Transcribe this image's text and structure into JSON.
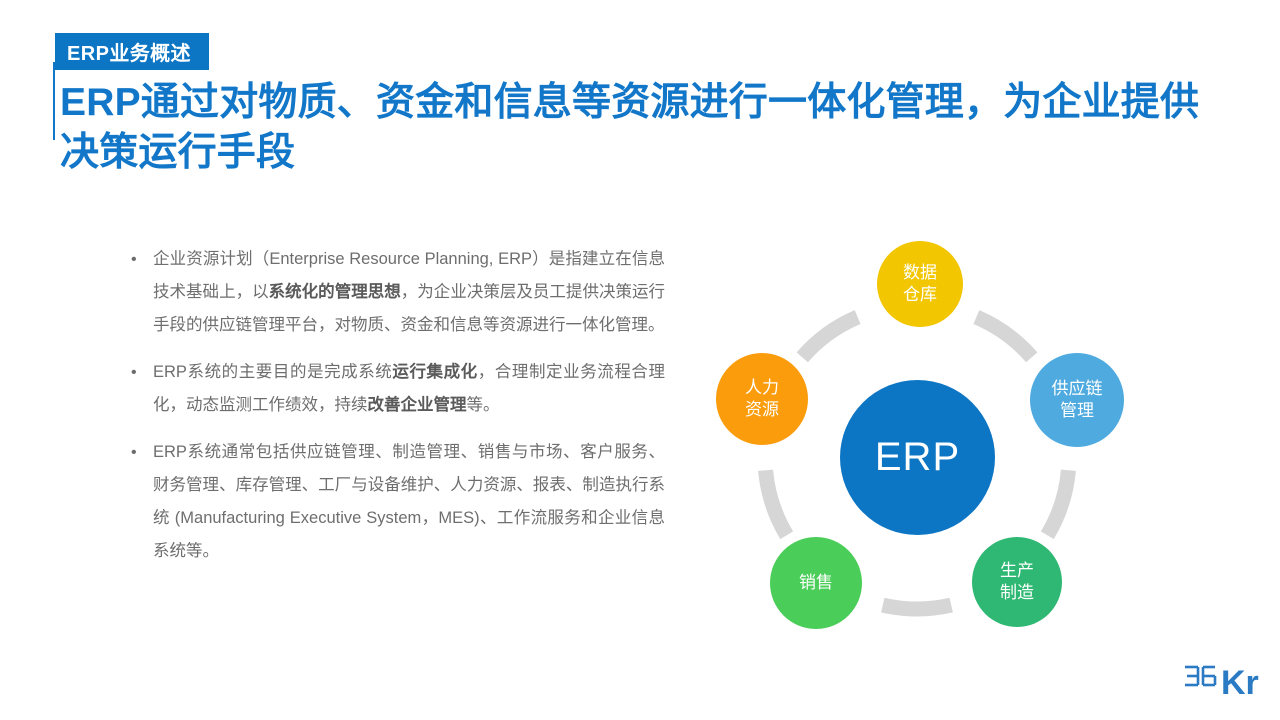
{
  "header": {
    "badge_label": "ERP业务概述",
    "title": "ERP通过对物质、资金和信息等资源进行一体化管理，为企业提供决策运行手段",
    "badge_bg": "#0d76c4",
    "title_color": "#1277c8"
  },
  "content": {
    "bullet_marker": "•",
    "bullets": [
      {
        "parts": [
          {
            "text": "企业资源计划（Enterprise Resource Planning, ERP）是指建立在信息技术基础上，以",
            "bold": false
          },
          {
            "text": "系统化的管理思想",
            "bold": true
          },
          {
            "text": "，为企业决策层及员工提供决策运行手段的供应链管理平台，对物质、资金和信息等资源进行一体化管理。",
            "bold": false
          }
        ]
      },
      {
        "parts": [
          {
            "text": "ERP系统的主要目的是完成系统",
            "bold": false
          },
          {
            "text": "运行集成化",
            "bold": true
          },
          {
            "text": "，合理制定业务流程合理化，动态监测工作绩效，持续",
            "bold": false
          },
          {
            "text": "改善企业管理",
            "bold": true
          },
          {
            "text": "等。",
            "bold": false
          }
        ]
      },
      {
        "parts": [
          {
            "text": "ERP系统通常包括供应链管理、制造管理、销售与市场、客户服务、财务管理、库存管理、工厂与设备维护、人力资源、报表、制造执行系统 (Manufacturing Executive System，MES)、工作流服务和企业信息系统等。",
            "bold": false
          }
        ]
      }
    ]
  },
  "diagram": {
    "ring_color": "#d6d6d6",
    "center": {
      "label": "ERP",
      "color": "#0d76c4"
    },
    "nodes": [
      {
        "id": "data-warehouse",
        "lines": [
          "数据",
          "仓库"
        ],
        "color": "#f2c600"
      },
      {
        "id": "supply-chain",
        "lines": [
          "供应链",
          "管理"
        ],
        "color": "#4eaadf"
      },
      {
        "id": "production",
        "lines": [
          "生产",
          "制造"
        ],
        "color": "#2fb873"
      },
      {
        "id": "sales",
        "lines": [
          "销售"
        ],
        "color": "#4bce59"
      },
      {
        "id": "human-resources",
        "lines": [
          "人力",
          "资源"
        ],
        "color": "#fa9c0b"
      }
    ]
  },
  "logo": {
    "number": "36",
    "word": "Kr",
    "color": "#2a7ac4"
  }
}
